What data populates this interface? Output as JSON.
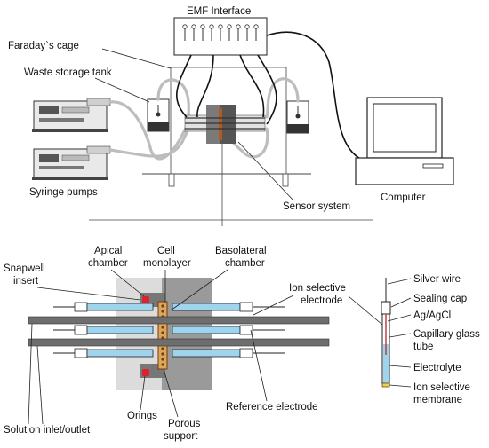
{
  "top": {
    "emf_interface": "EMF Interface",
    "faraday_cage": "Faraday`s cage",
    "waste_tank": "Waste storage tank",
    "syringe_pumps": "Syringe pumps",
    "sensor_system": "Sensor system",
    "computer": "Computer"
  },
  "chamber": {
    "apical_1": "Apical",
    "apical_2": "chamber",
    "cell_1": "Cell",
    "cell_2": "monolayer",
    "baso_1": "Basolateral",
    "baso_2": "chamber",
    "snapwell_1": "Snapwell",
    "snapwell_2": "insert",
    "ise_1": "Ion selective",
    "ise_2": "electrode",
    "reference": "Reference electrode",
    "orings": "Orings",
    "porous_1": "Porous",
    "porous_2": "support",
    "solution": "Solution inlet/outlet"
  },
  "electrode": {
    "silver_wire": "Silver wire",
    "sealing_cap": "Sealing cap",
    "agcl": "Ag/AgCl",
    "capillary_1": "Capillary glass",
    "capillary_2": "tube",
    "electrolyte": "Electrolyte",
    "membrane_1": "Ion selective",
    "membrane_2": "membrane"
  },
  "colors": {
    "chamber_light": "#dcdcdc",
    "chamber_dark": "#9a9a9a",
    "electrode_fill": "#9fd4ee",
    "membrane": "#d9a85a",
    "oring": "#e0202a",
    "gold_tip": "#f2d23a"
  }
}
